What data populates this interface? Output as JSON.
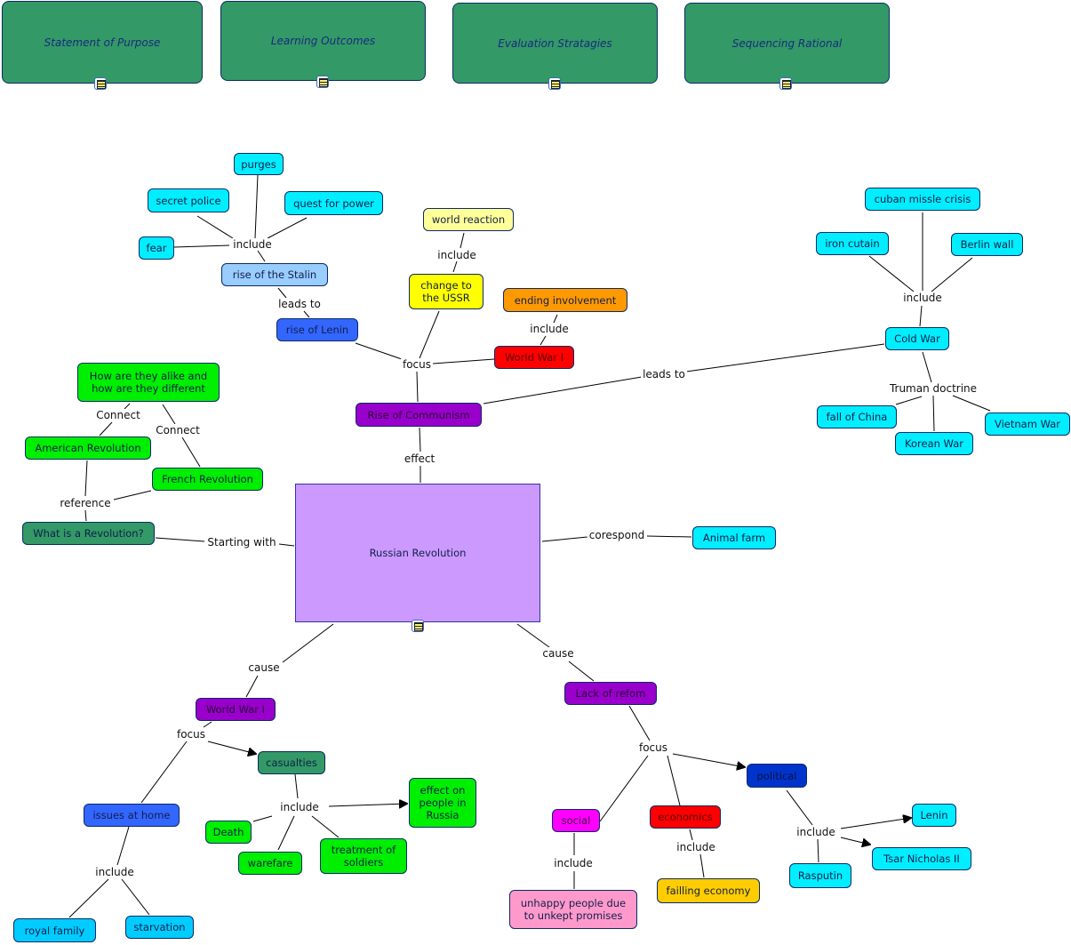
{
  "header_nodes": [
    "Statement of Purpose",
    "Learning Outcomes",
    "Evaluation Stratagies",
    "Sequencing Rational"
  ],
  "concepts": {
    "purges": "purges",
    "secret_police": "secret police",
    "quest_for_power": "quest for power",
    "fear": "fear",
    "rise_stalin": "rise of the Stalin",
    "rise_lenin": "rise of Lenin",
    "world_reaction": "world reaction",
    "change_ussr": "change to the USSR",
    "ending_involvement": "ending involvement",
    "wwi_top": "World War I",
    "rise_communism": "Rise of Communism",
    "alike_different": "How are they alike and how are they different",
    "american_revolution": "American Revolution",
    "french_revolution": "French Revolution",
    "what_is_revolution": "What is a Revolution?",
    "russian_revolution": "Russian Revolution",
    "animal_farm": "Animal farm",
    "cuban_missile": "cuban missle crisis",
    "iron_curtain": "iron cutain",
    "berlin_wall": "Berlin wall",
    "cold_war": "Cold War",
    "fall_china": "fall of China",
    "korean_war": "Korean War",
    "vietnam_war": "Vietnam War",
    "wwi_bottom": "World War I",
    "casualties": "casualties",
    "issues_home": "issues at home",
    "effect_people": "effect on people in Russia",
    "death": "Death",
    "warfare": "warefare",
    "treatment_soldiers": "treatment of soldiers",
    "royal_family": "royal family",
    "starvation": "starvation",
    "lack_reform": "Lack of refom",
    "political": "political",
    "social": "social",
    "economics": "economics",
    "lenin": "Lenin",
    "tsar_nicholas": "Tsar Nicholas II",
    "rasputin": "Rasputin",
    "unhappy_people": "unhappy people due to unkept promises",
    "failing_economy": "failling economy"
  },
  "linking_phrases": {
    "include_stalin": "include",
    "leads_to_lenin": "leads to",
    "include_world": "include",
    "include_ending": "include",
    "focus_communism": "focus",
    "effect": "effect",
    "leads_to_cold": "leads to",
    "include_cold": "include",
    "truman": "Truman doctrine",
    "connect_1": "Connect",
    "connect_2": "Connect",
    "reference": "reference",
    "starting_with": "Starting with",
    "corespond": "corespond",
    "cause_1": "cause",
    "cause_2": "cause",
    "focus_wwi": "focus",
    "include_casualties": "include",
    "include_home": "include",
    "focus_reform": "focus",
    "include_political": "include",
    "include_economics": "include",
    "include_social": "include"
  }
}
